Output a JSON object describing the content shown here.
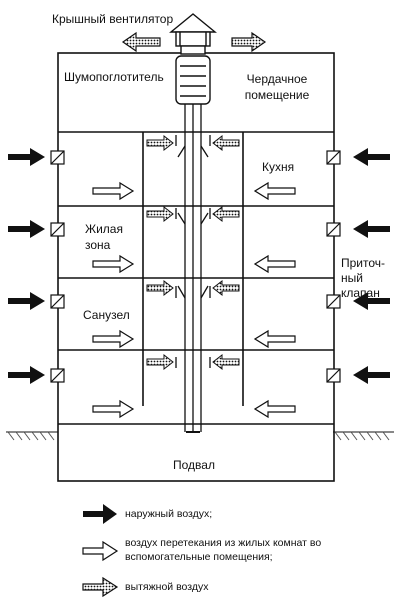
{
  "labels": {
    "roof_fan": "Крышный вентилятор",
    "silencer": "Шумопоглотитель",
    "attic_1": "Чердачное",
    "attic_2": "помещение",
    "kitchen": "Кухня",
    "living_1": "Жилая",
    "living_2": "зона",
    "inlet_1": "Приточ-",
    "inlet_2": "ный",
    "inlet_3": "клапан",
    "bathroom": "Санузел",
    "basement": "Подвал"
  },
  "legend": {
    "outdoor_air": "наружный воздух;",
    "transfer_air_1": "воздух перетекания из жилых комнат во",
    "transfer_air_2": "вспомогательные помещения;",
    "exhaust_air": "вытяжной воздух"
  },
  "colors": {
    "ink": "#111111",
    "paper": "#ffffff",
    "hatch": "#555555"
  },
  "arrow_types": [
    "solid-arrow",
    "hollow-arrow",
    "dotted-arrow"
  ]
}
